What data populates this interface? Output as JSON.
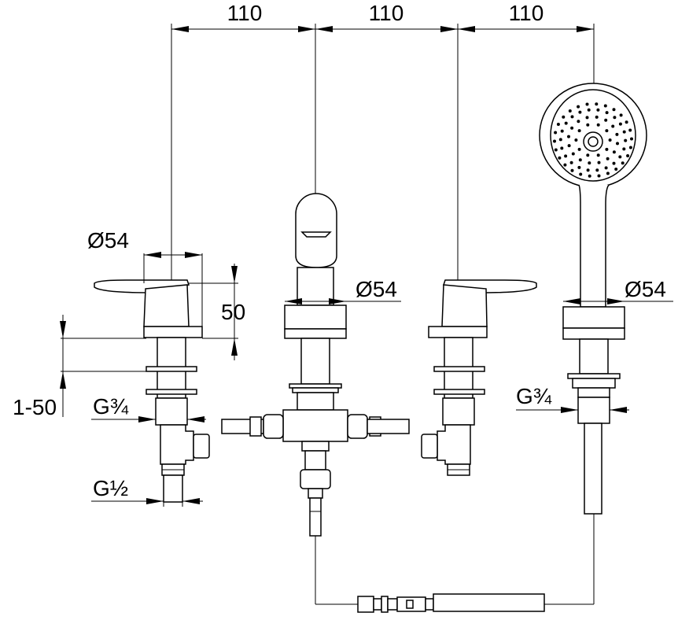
{
  "diagram": {
    "spacing_labels": [
      "110",
      "110",
      "110"
    ],
    "left_valve": {
      "diameter_label": "Ø54",
      "height_label": "50",
      "range_label": "1-50",
      "inlet_thread_label": "G¾",
      "outlet_thread_label": "G½"
    },
    "spout": {
      "diameter_label": "Ø54"
    },
    "hand_shower": {
      "diameter_label": "Ø54",
      "thread_label": "G¾"
    }
  }
}
